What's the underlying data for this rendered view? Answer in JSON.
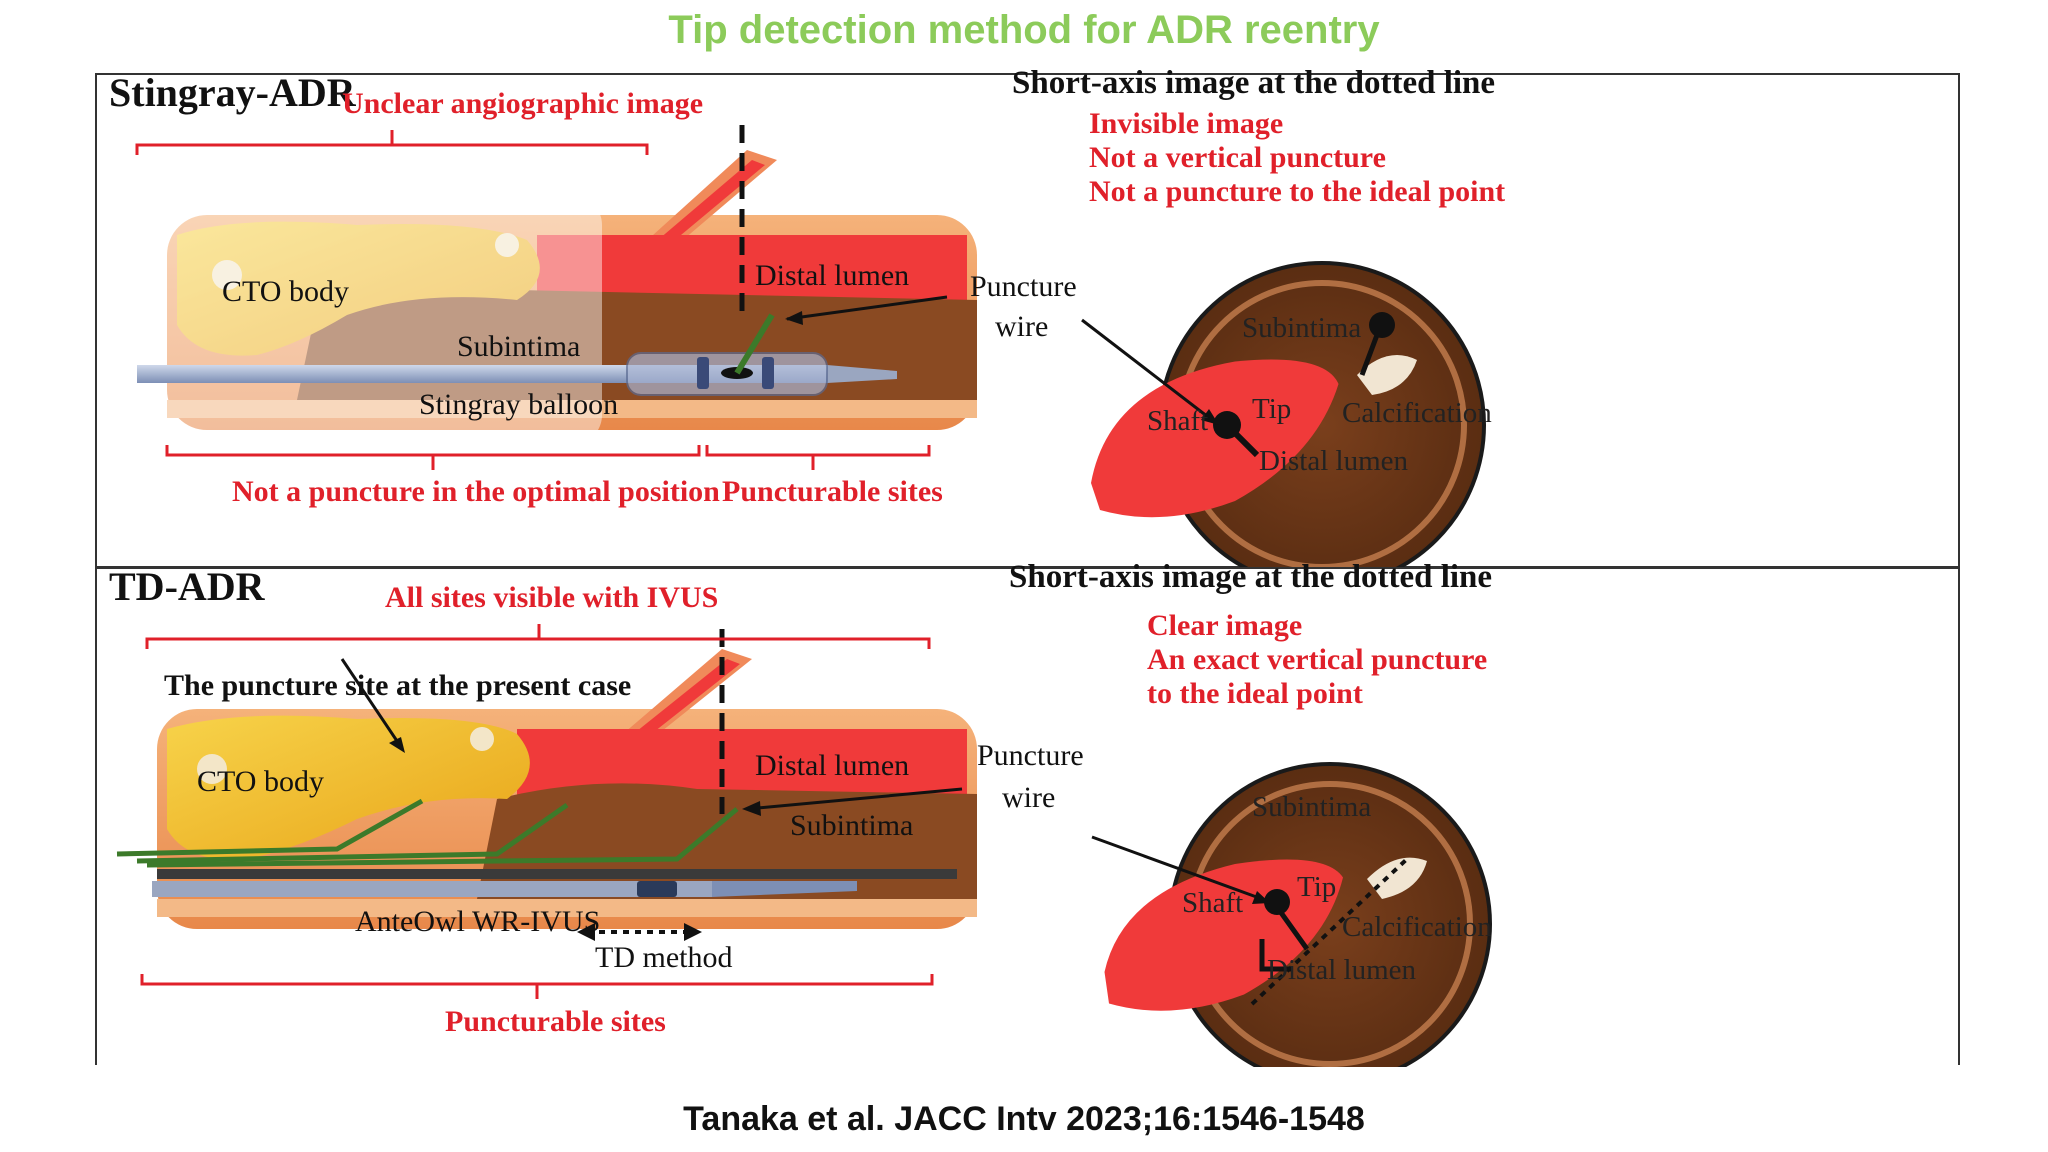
{
  "title": "Tip detection method for ADR reentry",
  "citation": "Tanaka et al. JACC Intv 2023;16:1546-1548",
  "top_panel": {
    "heading": "Stingray-ADR",
    "top_bracket_label": "Unclear angiographic image",
    "labels": {
      "cto_body": "CTO body",
      "subintima": "Subintima",
      "stingray_balloon": "Stingray balloon",
      "distal_lumen": "Distal lumen",
      "puncture_wire_1": "Puncture",
      "puncture_wire_2": "wire"
    },
    "bottom_left_bracket_label": "Not a puncture in the optimal position",
    "bottom_right_bracket_label": "Puncturable sites",
    "short_axis": {
      "heading": "Short-axis image at the dotted line",
      "notes": [
        "Invisible image",
        "Not a vertical puncture",
        "Not a puncture to the ideal point"
      ],
      "subintima": "Subintima",
      "tip": "Tip",
      "shaft": "Shaft",
      "calcification": "Calcification",
      "distal_lumen": "Distal lumen"
    }
  },
  "bottom_panel": {
    "heading": "TD-ADR",
    "top_bracket_label": "All sites visible with IVUS",
    "puncture_site_note": "The puncture site  at the present case",
    "labels": {
      "cto_body": "CTO body",
      "distal_lumen": "Distal lumen",
      "subintima": "Subintima",
      "anteowl": "AnteOwl WR-IVUS",
      "td_method": "TD method",
      "puncture_wire_1": "Puncture",
      "puncture_wire_2": "wire"
    },
    "bottom_bracket_label": "Puncturable sites",
    "short_axis": {
      "heading": "Short-axis image at the dotted line",
      "notes": [
        "Clear image",
        "An exact vertical puncture",
        "to the ideal point"
      ],
      "subintima": "Subintima",
      "tip": "Tip",
      "shaft": "Shaft",
      "calcification": "Calcification",
      "distal_lumen": "Distal lumen"
    }
  },
  "colors": {
    "title_green": "#8ccb5a",
    "annotation_red": "#e0202a",
    "vessel_orange": "#f0a060",
    "lumen_red": "#f03a3a",
    "subintima_brown": "#8a4a22",
    "cto_yellow": "#f2c21a"
  }
}
